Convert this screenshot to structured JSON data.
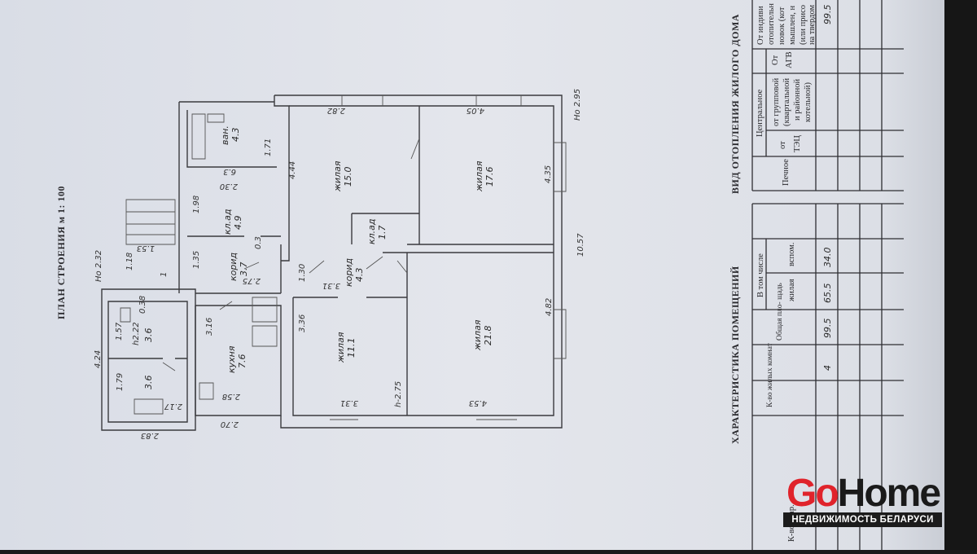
{
  "plan": {
    "title": "ПЛАН СТРОЕНИЯ м 1: 100",
    "height_marks": [
      "Но 2.32",
      "Но 2.95"
    ],
    "rooms": [
      {
        "name": "ван.",
        "area": "4.3"
      },
      {
        "name": "жилая",
        "area": "15.0"
      },
      {
        "name": "жилая",
        "area": "17.6"
      },
      {
        "name": "кл.ад",
        "area": "4.9"
      },
      {
        "name": "кл.ад",
        "area": "1.7"
      },
      {
        "name": "корид",
        "area": "3.7"
      },
      {
        "name": "корид",
        "area": "4.3"
      },
      {
        "name": "кухня",
        "area": "7.6"
      },
      {
        "name": "жилая",
        "area": "11.1"
      },
      {
        "name": "жилая",
        "area": "21.8"
      },
      {
        "name": "h2.22",
        "area": "3.6"
      },
      {
        "name": "",
        "area": "3.6"
      }
    ],
    "dimensions": [
      "4.44",
      "2.82",
      "4.05",
      "4.35",
      "10.57",
      "4.82",
      "4.53",
      "3.31",
      "h-2.75",
      "3.36",
      "3.16",
      "2.58",
      "2.70",
      "2.83",
      "4.24",
      "1.79",
      "1.57",
      "0.38",
      "2.17",
      "1.98",
      "1.71",
      "2.30",
      "1.35",
      "1.30",
      "2.75",
      "3.31",
      "1.18",
      "1.53",
      "0.3",
      "6.3",
      "1"
    ]
  },
  "room_characteristics": {
    "title": "ХАРАКТЕРИСТИКА ПОМЕЩЕНИЙ",
    "headers": {
      "apartments": "К-во квар.",
      "living_rooms": "К-во жилых комнат",
      "total_area": "Общая пло- щадь",
      "including": "В том числе",
      "living": "жилая",
      "auxiliary": "вспом."
    },
    "row": {
      "apartments": "",
      "living_rooms": "4",
      "total_area": "99.5",
      "living": "65.5",
      "auxiliary": "34.0"
    }
  },
  "heating": {
    "title": "ВИД ОТОПЛЕНИЯ ЖИЛОГО ДОМА",
    "headers": {
      "stove": "Печное",
      "central": "Центральное",
      "from_tec_1": "от",
      "from_tec_2": "ТЭЦ",
      "from_group": [
        "от групповой",
        "(квартальной",
        "и районной",
        "котельной)"
      ],
      "agv": [
        "От",
        "АГВ"
      ],
      "individual": [
        "От индиви",
        "отопительн",
        "новок (кот",
        "мышлен, н",
        "(или присо",
        "на твердом"
      ]
    },
    "row": {
      "individual": "99.5"
    }
  },
  "watermark": {
    "brand_go": "Go",
    "brand_home": "Home",
    "tagline": "НЕДВИЖИМОСТЬ БЕЛАРУСИ",
    "colors": {
      "go": "#e0232b",
      "home": "#1a1a1a"
    }
  }
}
